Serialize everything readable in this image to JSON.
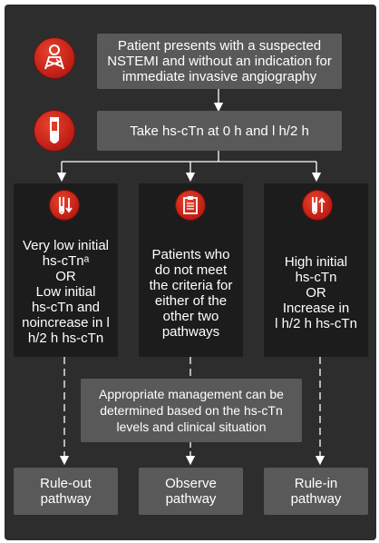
{
  "flow": {
    "start_box": "Patient presents with a suspected NSTEMI and without an indication for immediate invasive angiography",
    "test_box": "Take hs-cTn at 0 h and l h/2 h",
    "columns": [
      {
        "icon": "test-tube-down-arrow-icon",
        "lines": [
          "Very low initial",
          "hs-cTnᵃ",
          "OR",
          "Low initial",
          "hs-cTn and",
          "noincrease in l",
          "h/2 h hs-cTn"
        ]
      },
      {
        "icon": "clipboard-icon",
        "lines": [
          "Patients who",
          "do not meet",
          "the criteria for",
          "either of the",
          "other two",
          "pathways"
        ]
      },
      {
        "icon": "test-tube-up-arrow-icon",
        "lines": [
          "High initial",
          "hs-cTn",
          "OR",
          "Increase in",
          "l h/2 h hs-cTn"
        ]
      }
    ],
    "management_box": [
      "Appropriate management can be",
      "determined based on the hs-cTn",
      "levels and clinical situation"
    ],
    "outcomes": [
      [
        "Rule-out",
        "pathway"
      ],
      [
        "Observe",
        "pathway"
      ],
      [
        "Rule-in",
        "pathway"
      ]
    ]
  },
  "icons": {
    "start": "chest-pain-person-icon",
    "test": "test-tube-icon"
  },
  "colors": {
    "background": "#2d2d2d",
    "box": "#595959",
    "column": "#1c1c1c",
    "accent": "#c8241a",
    "connector": "#ffffff"
  }
}
